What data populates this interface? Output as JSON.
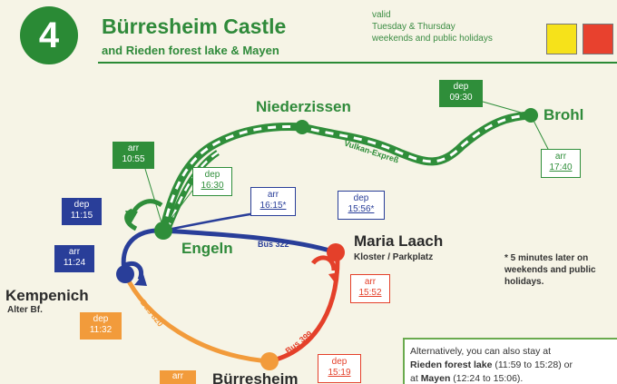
{
  "header": {
    "number": "4",
    "title": "Bürresheim Castle",
    "subtitle": "and Rieden forest lake & Mayen",
    "validity": [
      "valid",
      "Tuesday & Thursday",
      "weekends and public holidays"
    ],
    "swatch_colors": [
      "#f6e21a",
      "#e8412e"
    ]
  },
  "places": {
    "niederzissen": "Niederzissen",
    "brohl": "Brohl",
    "engeln": "Engeln",
    "maria_laach": "Maria Laach",
    "maria_laach_stop": "Kloster / Parkplatz",
    "kempenich": "Kempenich",
    "kempenich_stop": "Alter Bf.",
    "burresheim": "Bürresheim"
  },
  "lines": {
    "vulkan_express": "Vulkan-Expreß",
    "bus_322": "Bus 322",
    "bus_820": "Bus 820",
    "bus_399": "Bus 399",
    "colors": {
      "railway": "#2f8e3a",
      "bus_322": "#293e99",
      "bus_399": "#e4402a",
      "bus_820": "#f29b3b"
    }
  },
  "times": {
    "brohl_dep": {
      "label": "dep",
      "time": "09:30"
    },
    "brohl_arr": {
      "label": "arr",
      "time": "17:40"
    },
    "engeln_rail_arr": {
      "label": "arr",
      "time": "10:55"
    },
    "engeln_rail_dep": {
      "label": "dep",
      "time": "16:30"
    },
    "engeln_bus_dep": {
      "label": "dep",
      "time": "11:15"
    },
    "engeln_bus_arr": {
      "label": "arr",
      "time": "16:15*"
    },
    "maria_laach_dep": {
      "label": "dep",
      "time": "15:56*"
    },
    "maria_laach_arr": {
      "label": "arr",
      "time": "15:52"
    },
    "kempenich_arr": {
      "label": "arr",
      "time": "11:24"
    },
    "kempenich_dep": {
      "label": "dep",
      "time": "11:32"
    },
    "burresheim_dep": {
      "label": "dep",
      "time": "15:19"
    },
    "burresheim_arr": {
      "label": "arr",
      "time": ""
    }
  },
  "note": "* 5 minutes later on weekends and public holidays.",
  "alternative": {
    "line1": "Alternatively, you can also stay at",
    "place1": "Rieden forest lake",
    "times1": "(11:59 to 15:28) or",
    "at": "at",
    "place2": "Mayen",
    "times2": "(12:24 to 15:06)."
  }
}
